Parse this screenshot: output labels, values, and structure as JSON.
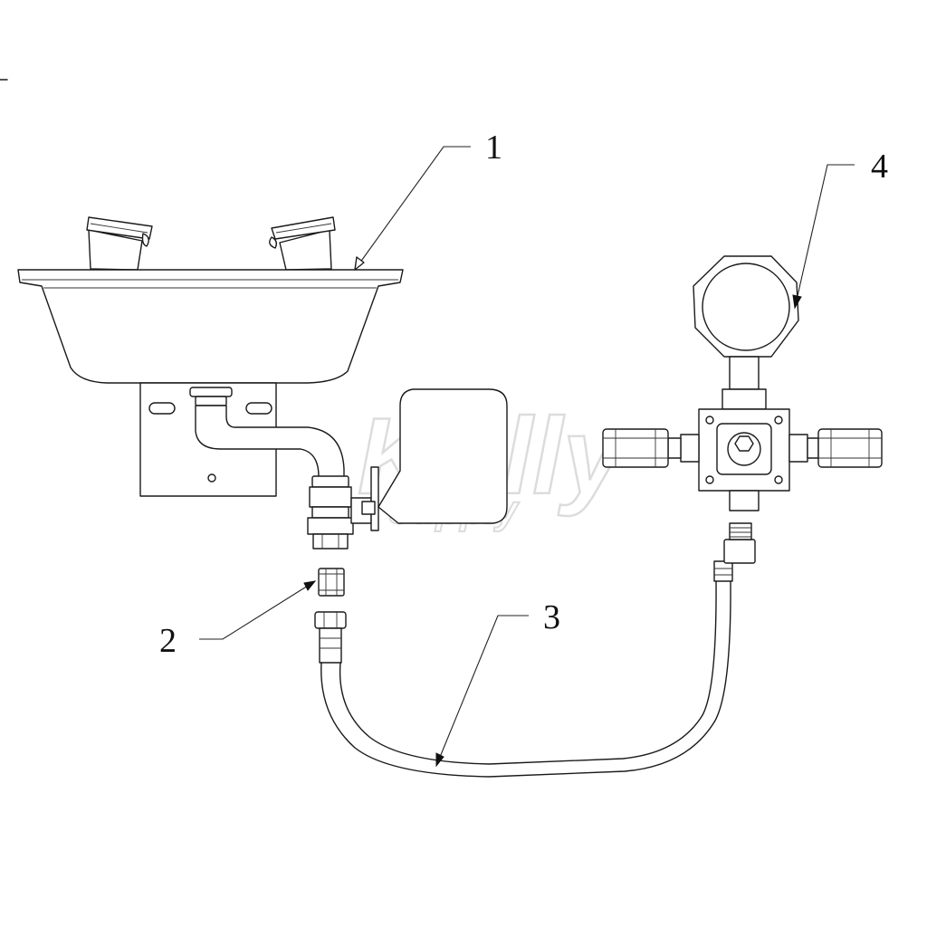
{
  "callouts": [
    {
      "id": "1",
      "label": "1",
      "part": "eyewash-bowl"
    },
    {
      "id": "2",
      "label": "2",
      "part": "fitting-nut"
    },
    {
      "id": "3",
      "label": "3",
      "part": "supply-hose"
    },
    {
      "id": "4",
      "label": "4",
      "part": "mixing-valve-with-gauge"
    }
  ],
  "watermark": {
    "line1": "Kully",
    "line2": "supply",
    "color": "#e6e6e6"
  },
  "colors": {
    "line": "#1a1a1a",
    "background": "#ffffff"
  }
}
